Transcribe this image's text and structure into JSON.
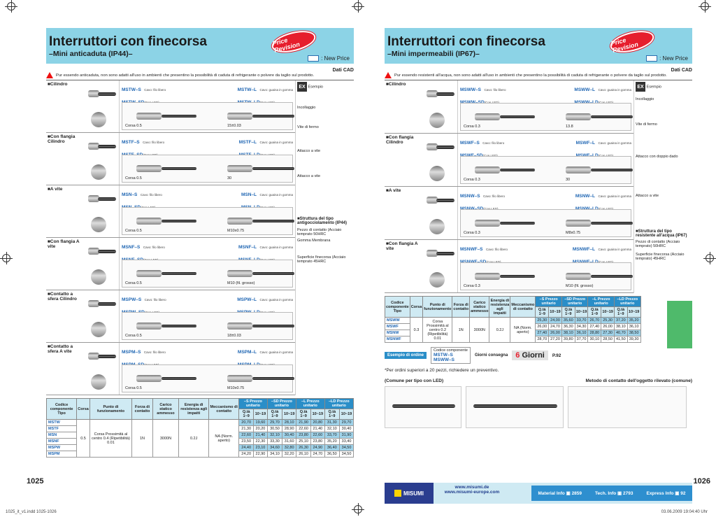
{
  "left": {
    "title": "Interruttori con finecorsa",
    "subtitle": "–Mini anticaduta (IP44)–",
    "badge": "Price Revision",
    "new_price": ": New Price",
    "warning": "Pur essendo anticaduta, non sono adatti all'uso in ambienti che presentino la possibilità di caduta di refrigerante o polvere da taglio sul prodotto.",
    "cad": "Dati CAD",
    "rows": [
      {
        "label": "■Cilindro",
        "p1": "MSTW–S",
        "p1n": "Cavo: filo libero",
        "p2": "MSTW–SD",
        "p2n": "(Con LED)",
        "p3": "MSTW–L",
        "p3n": "Cavo: guaina in gomma",
        "p4": "MSTW–LD",
        "p4n": "(Con LED)",
        "dim": "15±0.03",
        "corsa": "Corsa 0.5"
      },
      {
        "label": "■Con flangia Cilindro",
        "p1": "MSTF–S",
        "p1n": "Cavo: filo libero",
        "p2": "MSTF–SD",
        "p2n": "(Con LED)",
        "p3": "MSTF–L",
        "p3n": "Cavo: guaina in gomma",
        "p4": "MSTF–LD",
        "p4n": "(Con LED)",
        "dim": "30",
        "corsa": "Corsa 0.5"
      },
      {
        "label": "■A vite",
        "p1": "MSN–S",
        "p1n": "Cavo: filo libero",
        "p2": "MSN–SD",
        "p2n": "(Con LED)",
        "p3": "MSN–L",
        "p3n": "Cavo: guaina in gomma",
        "p4": "MSN–LD",
        "p4n": "(Con LED)",
        "dim": "M10x0.75",
        "corsa": "Corsa 0.5"
      },
      {
        "label": "■Con flangia A vite",
        "p1": "MSNF–S",
        "p1n": "Cavo: filo libero",
        "p2": "MSNF–SD",
        "p2n": "(Con LED)",
        "p3": "MSNF–L",
        "p3n": "Cavo: guaina in gomma",
        "p4": "MSNF–LD",
        "p4n": "(Con LED)",
        "dim": "M10 (fil. grosso)",
        "corsa": "Corsa 0.5"
      },
      {
        "label": "■Contatto a sfera Cilindro",
        "p1": "MSPW–S",
        "p1n": "Cavo: filo libero",
        "p2": "MSPW–SD",
        "p2n": "(Con LED)",
        "p3": "MSPW–L",
        "p3n": "Cavo: guaina in gomma",
        "p4": "MSPW–LD",
        "p4n": "(Con LED)",
        "dim": "18±0.03",
        "corsa": "Corsa 0.5"
      },
      {
        "label": "■Contatto a sfera A vite",
        "p1": "MSPM–S",
        "p1n": "Cavo: filo libero",
        "p2": "MSPM–SD",
        "p2n": "(Con LED)",
        "p3": "MSPM–L",
        "p3n": "Cavo: guaina in gomma",
        "p4": "MSPM–LD",
        "p4n": "(Con LED)",
        "dim": "M10x0.75",
        "corsa": "Corsa 0.5"
      }
    ],
    "side": {
      "example": "Esempio",
      "items": [
        "Incollaggio",
        "Vite di fermo",
        "Attacco a vite",
        "Attacco a vite"
      ],
      "struct_title": "■Struttura del tipo antigocciolamento (IP44)",
      "struct_lines": [
        "Pezzo di contatto (Acciaio temprato 50HRC",
        "Gomma Membrana",
        "Superficie finecorsa (Acciaio temprato 45HRC"
      ]
    },
    "table": {
      "headers": [
        "Codice componente Tipo",
        "Corsa",
        "Punto di funzionamento",
        "Forza di contatto",
        "Carico statico ammesso",
        "Energia di resistenza agli impatti",
        "Meccanismo di contatto"
      ],
      "groups": [
        "–S Prezzo unitario",
        "–SD Prezzo unitario",
        "–L Prezzo unitario",
        "–LD Prezzo unitario"
      ],
      "qty": [
        "Q.tà 1~9",
        "10~19"
      ],
      "shared": {
        "corsa": "0.5",
        "punto": "Corsa Prossimità al centro 0.4 (Ripetibilità) 0.01",
        "forza": "1N",
        "carico": "3000N",
        "energia": "0.2J",
        "mecc": "NA (Norm. aperto)"
      },
      "rows": [
        {
          "code": "MSTW",
          "v": [
            "20,70",
            "19,60",
            "29,70",
            "28,10",
            "21,90",
            "20,80",
            "31,30",
            "29,70"
          ]
        },
        {
          "code": "MSTF",
          "v": [
            "21,30",
            "20,20",
            "30,50",
            "28,90",
            "22,60",
            "21,40",
            "32,10",
            "30,40"
          ]
        },
        {
          "code": "MSN",
          "v": [
            "22,60",
            "21,40",
            "32,10",
            "30,40",
            "23,80",
            "22,60",
            "33,70",
            "31,90"
          ]
        },
        {
          "code": "MSNF",
          "v": [
            "23,50",
            "22,30",
            "33,30",
            "31,60",
            "25,10",
            "23,80",
            "35,20",
            "33,40"
          ]
        },
        {
          "code": "MSPW",
          "v": [
            "24,40",
            "23,10",
            "34,60",
            "32,80",
            "26,30",
            "24,90",
            "36,40",
            "34,50"
          ]
        },
        {
          "code": "MSPM",
          "v": [
            "24,20",
            "22,90",
            "34,10",
            "32,20",
            "26,10",
            "24,70",
            "36,50",
            "34,50"
          ]
        }
      ]
    },
    "page_number": "1025",
    "slug": "1025_it_v1.indd 1025-1026"
  },
  "right": {
    "title": "Interruttori con finecorsa",
    "subtitle": "–Mini impermeabili (IP67)–",
    "badge": "Price Revision",
    "new_price": ": New Price",
    "warning": "Pur essendo resistenti all'acqua, non sono adatti all'uso in ambienti che presentino la possibilità di caduta di refrigerante o polvere da taglio sul prodotto.",
    "cad": "Dati CAD",
    "rows": [
      {
        "label": "■Cilindro",
        "p1": "MSWW–S",
        "p1n": "Cavo: filo libero",
        "p2": "MSWW–SD",
        "p2n": "(Con LED)",
        "p3": "MSWW–L",
        "p3n": "Cavo: guaina in gomma",
        "p4": "MSWW–LD",
        "p4n": "(Con LED)",
        "dim": "13.8",
        "corsa": "Corsa 0.3"
      },
      {
        "label": "■Con flangia Cilindro",
        "p1": "MSWF–S",
        "p1n": "Cavo: filo libero",
        "p2": "MSWF–SD",
        "p2n": "(Con LED)",
        "p3": "MSWF–L",
        "p3n": "Cavo: guaina in gomma",
        "p4": "MSWF–LD",
        "p4n": "(Con LED)",
        "dim": "30",
        "corsa": "Corsa 0.3"
      },
      {
        "label": "■A vite",
        "p1": "MSNW–S",
        "p1n": "Cavo: filo libero",
        "p2": "MSNW–SD",
        "p2n": "(Con LED)",
        "p3": "MSNW–L",
        "p3n": "Cavo: guaina in gomma",
        "p4": "MSNW–LD",
        "p4n": "(Con LED)",
        "dim": "M8x0.75",
        "corsa": "Corsa 0.3"
      },
      {
        "label": "■Con flangia A vite",
        "p1": "MSNWF–S",
        "p1n": "Cavo: filo libero",
        "p2": "MSNWF–SD",
        "p2n": "(Con LED)",
        "p3": "MSNWF–L",
        "p3n": "Cavo: guaina in gomma",
        "p4": "MSNWF–LD",
        "p4n": "(Con LED)",
        "dim": "M10 (fil. grosso)",
        "corsa": "Corsa 0.3"
      }
    ],
    "side": {
      "example": "Esempio",
      "items": [
        "Incollaggio",
        "Vite di fermo",
        "Attacco con doppio dado",
        "Attacco a vite"
      ],
      "struct_title": "■Struttura del tipo resistente all'acqua (IP67)",
      "struct_lines": [
        "Pezzo di contatto (Acciaio temprato) 50HRC",
        "Superficie finecorsa (Acciaio temprato) 45HRC"
      ]
    },
    "table": {
      "headers": [
        "Codice componente Tipo",
        "Corsa",
        "Punto di funzionamento",
        "Forza di contatto",
        "Carico statico ammesso",
        "Energia di resistenza agli impatti",
        "Meccanismo di contatto"
      ],
      "groups": [
        "–S Prezzo unitario",
        "–SD Prezzo unitario",
        "–L Prezzo unitario",
        "–LD Prezzo unitario"
      ],
      "qty": [
        "Q.tà 1~9",
        "10~19"
      ],
      "shared": {
        "corsa": "0.3",
        "punto": "Corsa Prossimità al centro 0.2 (Ripetibilità) 0.01",
        "forza": "1N",
        "carico": "3000N",
        "energia": "0.2J",
        "mecc": "NA (Norm. aperto)"
      },
      "rows": [
        {
          "code": "MSWW",
          "v": [
            "25,30",
            "24,00",
            "35,60",
            "33,70",
            "26,70",
            "25,30",
            "37,20",
            "35,20"
          ]
        },
        {
          "code": "MSWF",
          "v": [
            "26,00",
            "24,70",
            "36,30",
            "34,30",
            "27,40",
            "26,00",
            "38,10",
            "36,10"
          ]
        },
        {
          "code": "MSNW",
          "v": [
            "27,40",
            "26,00",
            "38,10",
            "36,10",
            "28,80",
            "27,30",
            "40,70",
            "38,50"
          ]
        },
        {
          "code": "MSNWF",
          "v": [
            "28,70",
            "27,20",
            "39,80",
            "37,70",
            "30,10",
            "28,50",
            "41,50",
            "39,30"
          ]
        }
      ]
    },
    "order_example": {
      "label": "Esempio di ordine",
      "code_label": "Codice componente",
      "codes": [
        "MSTW–S",
        "MSWW–S"
      ],
      "delivery_label": "Giorni consegna",
      "days": "6",
      "days_word": "Giorni",
      "page_ref": "P.92"
    },
    "footnote": "*Per ordini superiori a 20 pezzi, richiedere un preventivo.",
    "led_title": "(Comune per tipo con LED)",
    "method_title": "Metodo di contatto dell'oggetto rilevato (comune)",
    "page_number": "1026",
    "slug": "03.06.2009   19:04:40 Uhr"
  },
  "footer": {
    "brand": "MISUMI",
    "web1": "www.misumi.de",
    "web2": "www.misumi-europe.com",
    "material": "Material Info",
    "material_p": "2859",
    "tech": "Tech. Info",
    "tech_p": "2793",
    "express": "Express Info",
    "express_p": "92"
  },
  "colors": {
    "header_bg": "#8cd3e6",
    "part_blue": "#1f66b3",
    "badge_red": "#e61e2d",
    "table_blue": "#2a8ec8",
    "tab_green": "#4fba6b"
  }
}
